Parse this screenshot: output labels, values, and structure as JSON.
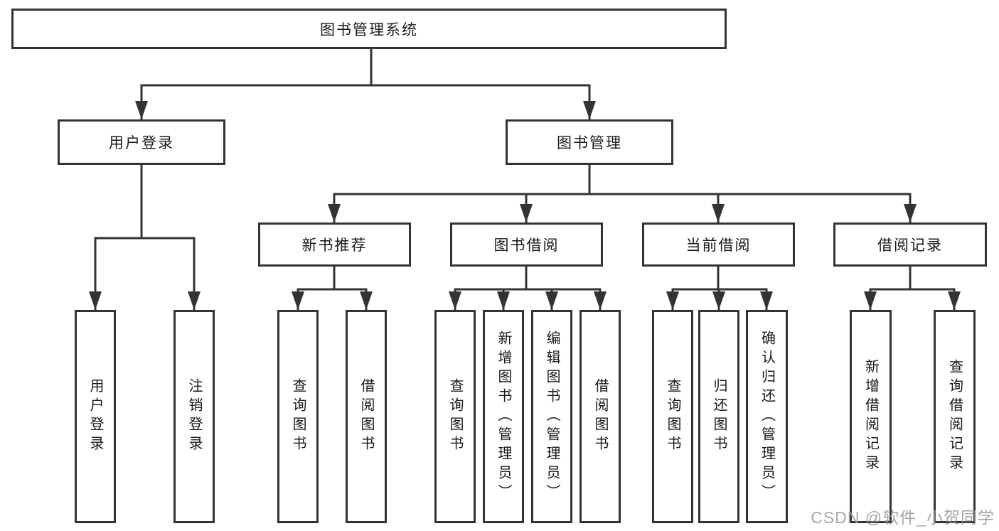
{
  "watermark": "CSDN @软件_小贺同学",
  "colors": {
    "line": "#333333",
    "box_border": "#333333",
    "text": "#1a1a1a",
    "watermark": "#969696",
    "background": "#ffffff"
  },
  "tree": {
    "root": {
      "label": "图书管理系统"
    },
    "branches": [
      {
        "label": "用户登录",
        "children": [
          {
            "label": "用户登录"
          },
          {
            "label": "注销登录"
          }
        ]
      },
      {
        "label": "图书管理",
        "children": [
          {
            "label": "新书推荐",
            "children": [
              {
                "label": "查询图书"
              },
              {
                "label": "借阅图书"
              }
            ]
          },
          {
            "label": "图书借阅",
            "children": [
              {
                "label": "查询图书"
              },
              {
                "label": "新增图书（管理员）"
              },
              {
                "label": "编辑图书（管理员）"
              },
              {
                "label": "借阅图书"
              }
            ]
          },
          {
            "label": "当前借阅",
            "children": [
              {
                "label": "查询图书"
              },
              {
                "label": "归还图书"
              },
              {
                "label": "确认归还（管理员）"
              }
            ]
          },
          {
            "label": "借阅记录",
            "children": [
              {
                "label": "新增借阅记录"
              },
              {
                "label": "查询借阅记录"
              }
            ]
          }
        ]
      }
    ]
  }
}
